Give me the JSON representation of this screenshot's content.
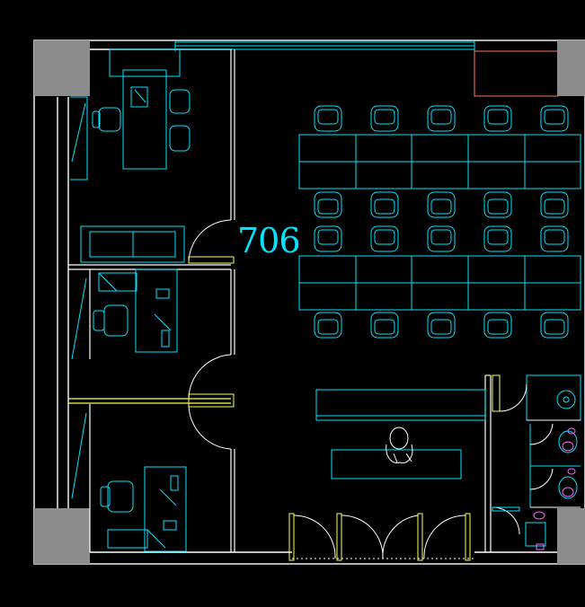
{
  "room_number": "706",
  "colors": {
    "background": "#000000",
    "wall": "#ffffff",
    "furniture": "#00e5ff",
    "furniture_dim": "#00a8c0",
    "door": "#ffff4d",
    "column": "#8c8c8c",
    "fixture": "#ff66ff",
    "window_frame": "#ff7a4a",
    "label": "#00e5ff"
  },
  "elements": {
    "columns": 4,
    "private_offices": 3,
    "conference_tables": 2,
    "conference_chairs_per_row": 5,
    "entry_doors": 4,
    "toilets": 3
  },
  "icons": [
    "column-icon",
    "office-chair-icon",
    "desk-icon",
    "door-swing-icon",
    "toilet-icon",
    "sink-icon",
    "person-icon",
    "sofa-icon"
  ]
}
